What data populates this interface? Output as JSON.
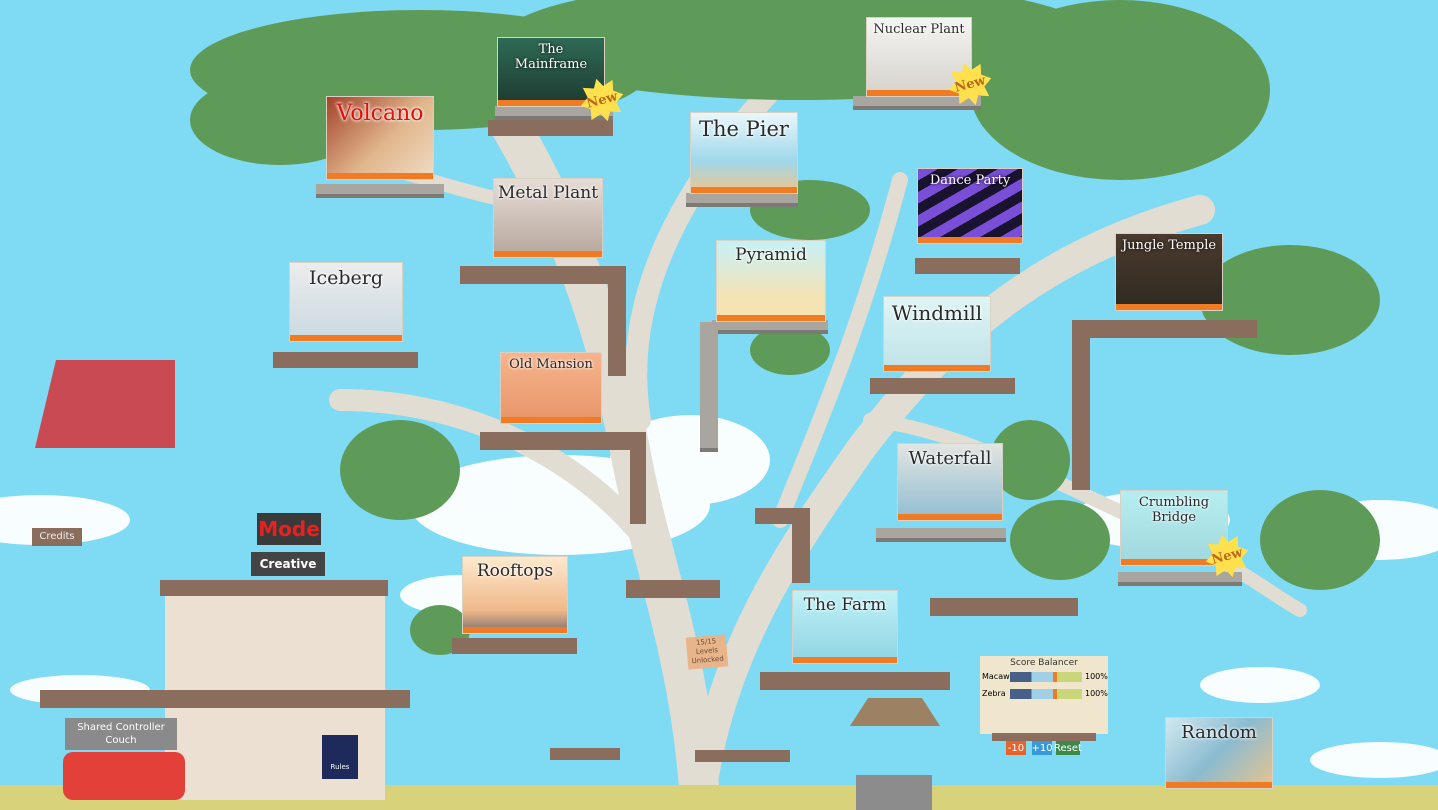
{
  "levels": [
    {
      "name": "Volcano",
      "new": false
    },
    {
      "name": "The Mainframe",
      "new": true
    },
    {
      "name": "Nuclear Plant",
      "new": true
    },
    {
      "name": "The Pier",
      "new": false
    },
    {
      "name": "Metal Plant",
      "new": false
    },
    {
      "name": "Dance Party",
      "new": false
    },
    {
      "name": "Iceberg",
      "new": false
    },
    {
      "name": "Pyramid",
      "new": false
    },
    {
      "name": "Jungle Temple",
      "new": false
    },
    {
      "name": "Windmill",
      "new": false
    },
    {
      "name": "Old Mansion",
      "new": false
    },
    {
      "name": "Waterfall",
      "new": false
    },
    {
      "name": "Crumbling Bridge",
      "new": true
    },
    {
      "name": "Rooftops",
      "new": false
    },
    {
      "name": "The Farm",
      "new": false
    },
    {
      "name": "Random",
      "new": false
    }
  ],
  "new_badge": "New",
  "credits": "Credits",
  "mode": {
    "label": "Mode",
    "value": "Creative"
  },
  "couch": "Shared Controller Couch",
  "poster": "Rules",
  "unlocked": "15/15 Levels Unlocked",
  "score_balancer": {
    "title": "Score Balancer",
    "players": [
      {
        "name": "Macaw",
        "value": "100%",
        "fill": 1.0
      },
      {
        "name": "Zebra",
        "value": "100%",
        "fill": 1.0
      }
    ],
    "minus": "-10",
    "plus": "+10",
    "reset": "Reset"
  }
}
